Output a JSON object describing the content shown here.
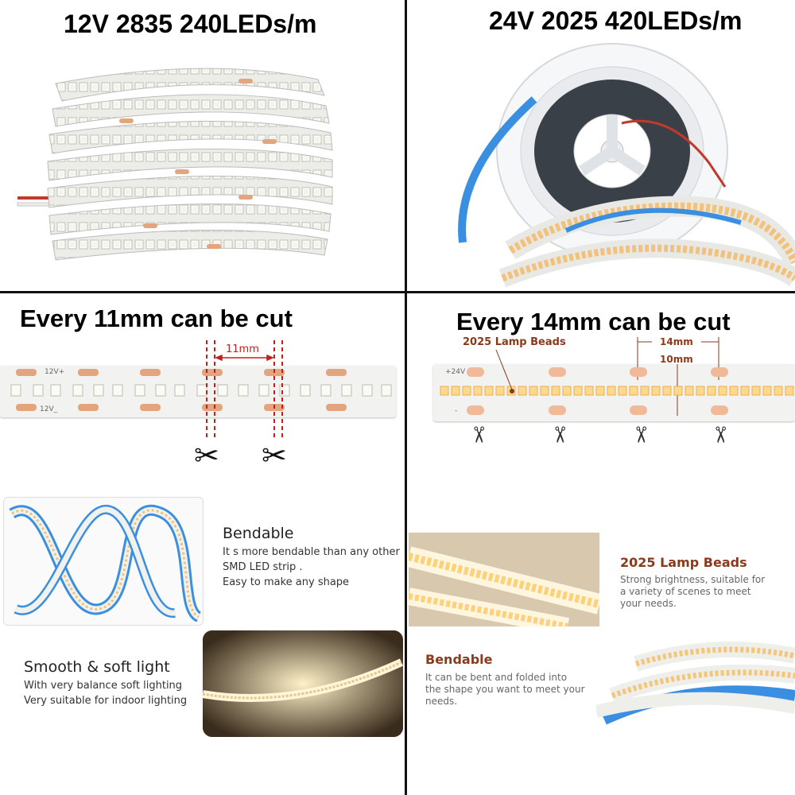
{
  "panels": {
    "top_left_title": "12V 2835 240LEDs/m",
    "top_right_title": "24V 2025 420LEDs/m",
    "mid_left_title": "Every 11mm can be cut",
    "mid_right_title": "Every 14mm can be cut"
  },
  "cut_left": {
    "dimension": "11mm",
    "strip_plus": "12V+",
    "strip_minus": "12V_"
  },
  "cut_right": {
    "beads_label": "2025 Lamp Beads",
    "dimension_a": "14mm",
    "dimension_b": "10mm",
    "strip_plus": "+24V",
    "strip_minus": "-"
  },
  "features_left": {
    "bendable_title": "Bendable",
    "bendable_text_1": "It s more bendable than any other",
    "bendable_text_2": "SMD LED strip .",
    "bendable_text_3": "Easy to make any shape",
    "smooth_title": "Smooth & soft light",
    "smooth_text_1": "With very balance soft lighting",
    "smooth_text_2": "Very suitable for indoor lighting"
  },
  "features_right": {
    "beads_title": "2025 Lamp Beads",
    "beads_text_1": "Strong brightness, suitable for",
    "beads_text_2": "a variety of scenes to meet",
    "beads_text_3": "your needs.",
    "bend_title": "Bendable",
    "bend_text_1": "It can be bent and folded into",
    "bend_text_2": "the shape you want to meet your",
    "bend_text_3": "needs."
  },
  "icons": [
    "scissors-icon",
    "led-reel-image",
    "led-strip-image"
  ],
  "colors": {
    "divider": "#111111",
    "accent": "#8a3a1c",
    "cut_line": "#c41e1e",
    "tape": "#3a8fe0"
  }
}
